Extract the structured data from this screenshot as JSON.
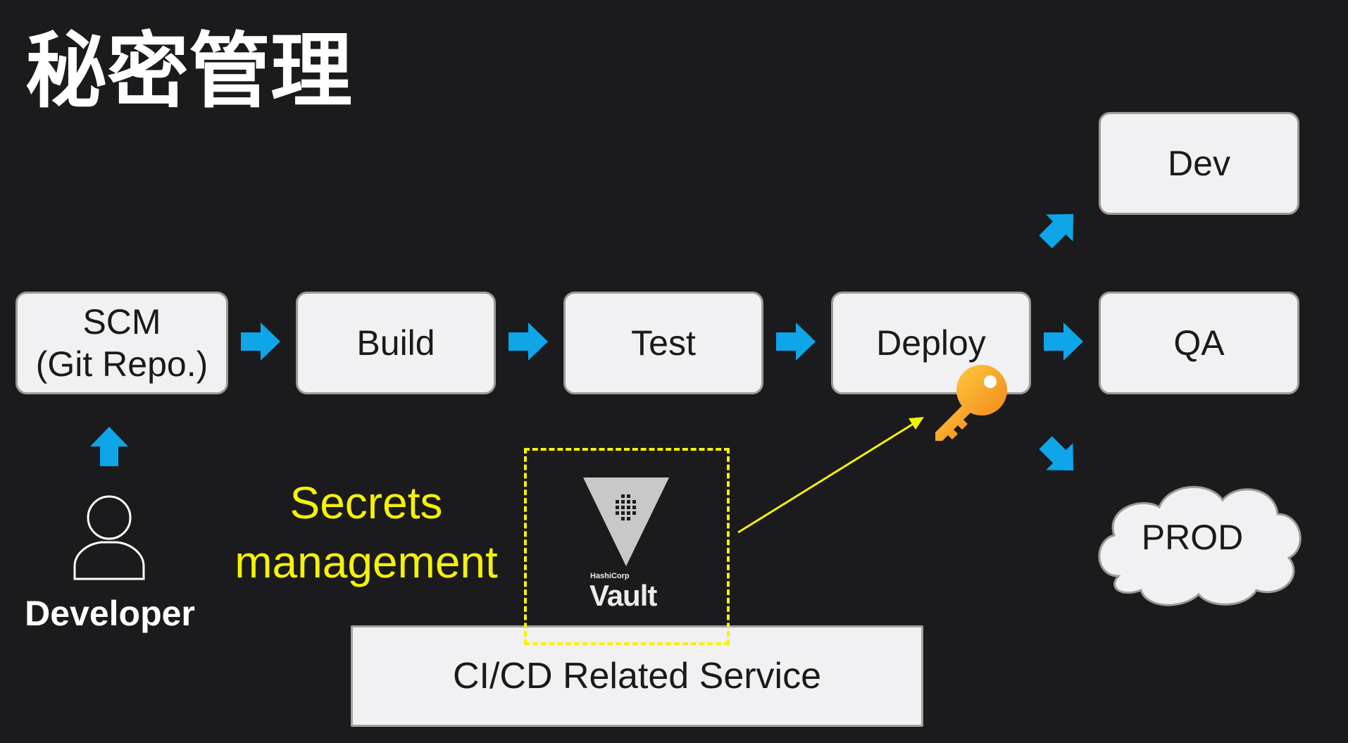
{
  "title": "秘密管理",
  "pipeline": {
    "scm": {
      "line1": "SCM",
      "line2": "(Git Repo.)"
    },
    "build": "Build",
    "test": "Test",
    "deploy": "Deploy"
  },
  "environments": {
    "dev": "Dev",
    "qa": "QA",
    "prod": "PROD"
  },
  "developer": "Developer",
  "secrets": {
    "line1": "Secrets",
    "line2": "management"
  },
  "vault": {
    "vendor": "HashiCorp",
    "product": "Vault"
  },
  "cicd_service": "CI/CD Related Service",
  "colors": {
    "background": "#1b1b1d",
    "box_fill": "#f1f0f3",
    "box_border": "#9b9b9b",
    "arrow": "#0ea5e9",
    "highlight": "#f5f107",
    "key": "#f6a623",
    "text_light": "#ffffff"
  },
  "icons": {
    "arrows": "blue-block-arrow-icon",
    "developer": "person-outline-icon",
    "vault": "vault-triangle-logo-icon",
    "key": "key-icon"
  }
}
